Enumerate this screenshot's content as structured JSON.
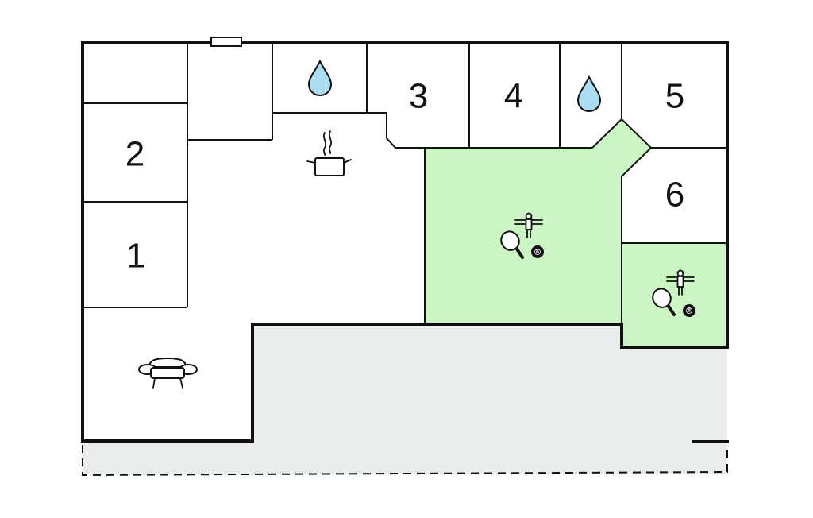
{
  "colors": {
    "background": "#ffffff",
    "wall": "#111111",
    "game_room": "#ccf5c4",
    "terrace": "#e9ecec",
    "water_drop": "#aadcf2"
  },
  "rooms": {
    "room_1": {
      "label": "1"
    },
    "room_2": {
      "label": "2"
    },
    "room_3": {
      "label": "3"
    },
    "room_4": {
      "label": "4"
    },
    "room_5": {
      "label": "5"
    },
    "room_6": {
      "label": "6"
    }
  },
  "icons": {
    "bathroom_a": "water-drop-icon",
    "bathroom_b": "water-drop-icon",
    "kitchen": "cooking-pot-icon",
    "living": "sofa-icon",
    "game_room_large": [
      "foosball-icon",
      "table-tennis-icon",
      "billiard-ball-icon"
    ],
    "game_room_small": [
      "foosball-icon",
      "table-tennis-icon",
      "billiard-ball-icon"
    ]
  },
  "billiard_ball_label": "8"
}
